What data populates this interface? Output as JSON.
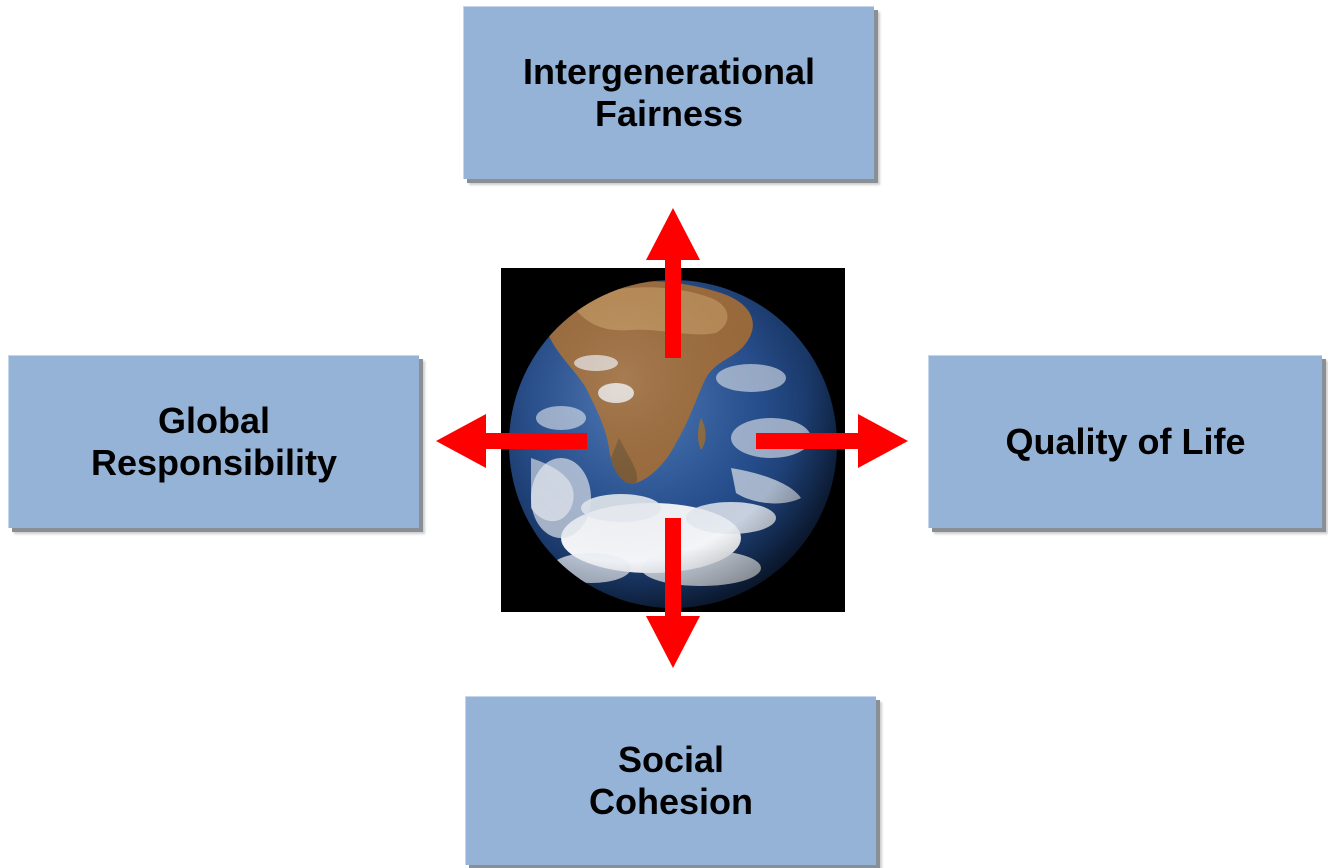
{
  "diagram": {
    "center": {
      "icon": "earth-globe-icon"
    },
    "nodes": {
      "top": {
        "lines": [
          "Intergenerational",
          "Fairness"
        ]
      },
      "left": {
        "lines": [
          "Global",
          "Responsibility"
        ]
      },
      "right": {
        "lines": [
          "Quality of Life"
        ]
      },
      "bottom": {
        "lines": [
          "Social",
          "Cohesion"
        ]
      }
    },
    "colors": {
      "box_fill": "#95b3d7",
      "box_shadow": "#8a8f96",
      "arrow": "#ff0000",
      "background": "#ffffff",
      "earth_backdrop": "#000000"
    }
  }
}
